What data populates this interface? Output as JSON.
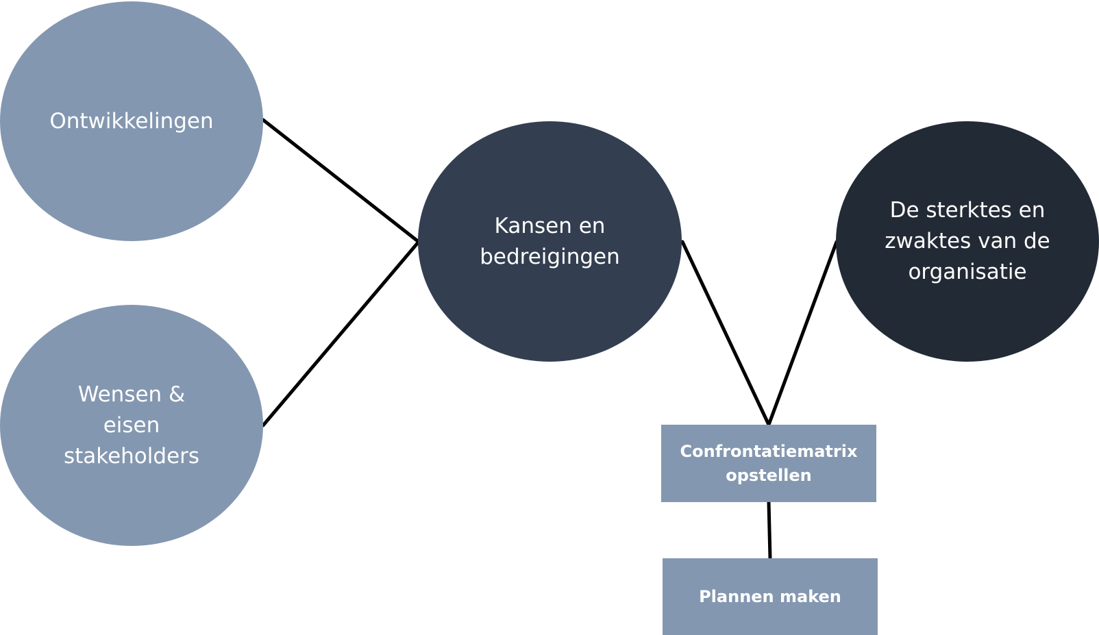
{
  "colors": {
    "light_node": "#8497b0",
    "mid_node": "#333f50",
    "dark_node": "#222a35",
    "connector": "#000000",
    "label": "#ffffff"
  },
  "diagram": {
    "nodes": {
      "ontwikkelingen": {
        "label": "Ontwikkelingen",
        "shape": "ellipse"
      },
      "wensen": {
        "label": "Wensen &\neisen\nstakeholders",
        "shape": "ellipse"
      },
      "kansen": {
        "label": "Kansen en\nbedreigingen",
        "shape": "ellipse"
      },
      "sterktes": {
        "label": "De sterktes en\nzwaktes van de\norganisatie",
        "shape": "ellipse"
      },
      "confrontatie": {
        "label": "Confrontatiematrix\nopstellen",
        "shape": "rectangle"
      },
      "plannen": {
        "label": "Plannen maken",
        "shape": "rectangle"
      }
    },
    "edges": [
      {
        "from": "ontwikkelingen",
        "to": "kansen"
      },
      {
        "from": "wensen",
        "to": "kansen"
      },
      {
        "from": "kansen",
        "to": "confrontatie"
      },
      {
        "from": "sterktes",
        "to": "confrontatie"
      },
      {
        "from": "confrontatie",
        "to": "plannen"
      }
    ]
  }
}
